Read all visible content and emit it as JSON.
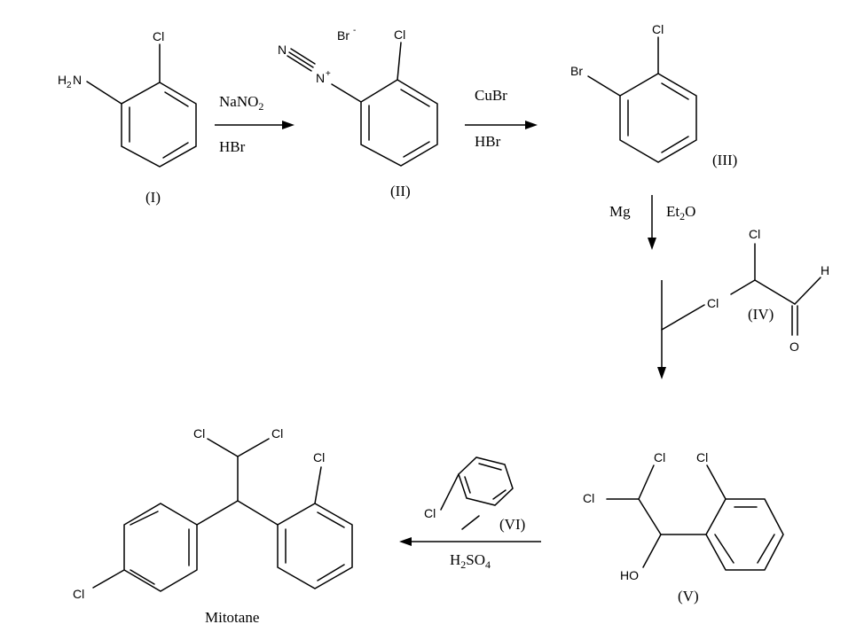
{
  "compounds": {
    "I": {
      "label": "(I)",
      "atoms": {
        "cl": "Cl",
        "n": "N",
        "h2": "H",
        "h2_sub": "2"
      }
    },
    "II": {
      "label": "(II)",
      "atoms": {
        "cl": "Cl",
        "br": "Br",
        "br_charge": "-",
        "n_triple": "N",
        "n_plus": "N",
        "plus": "+"
      }
    },
    "III": {
      "label": "(III)",
      "atoms": {
        "cl": "Cl",
        "br": "Br"
      }
    },
    "IV": {
      "label": "(IV)",
      "atoms": {
        "cl_top": "Cl",
        "cl_mid": "Cl",
        "h": "H",
        "o": "O"
      }
    },
    "V": {
      "label": "(V)",
      "atoms": {
        "cl_a": "Cl",
        "cl_b": "Cl",
        "cl_ring": "Cl",
        "ho": "HO"
      }
    },
    "VI": {
      "label": "(VI)",
      "atoms": {
        "cl": "Cl"
      }
    },
    "mitotane": {
      "label": "Mitotane",
      "atoms": {
        "cl_a": "Cl",
        "cl_b": "Cl",
        "cl_ortho": "Cl",
        "cl_para": "Cl"
      }
    }
  },
  "steps": {
    "s1": {
      "top": "NaNO",
      "top_sub": "2",
      "bottom": "HBr"
    },
    "s2": {
      "top": "CuBr",
      "bottom": "HBr"
    },
    "s3": {
      "left": "Mg",
      "right": "Et",
      "right_sub": "2",
      "right_tail": "O"
    },
    "s5": {
      "bottom": "H",
      "bottom_sub": "2",
      "bottom_mid": "SO",
      "bottom_sub2": "4"
    }
  }
}
